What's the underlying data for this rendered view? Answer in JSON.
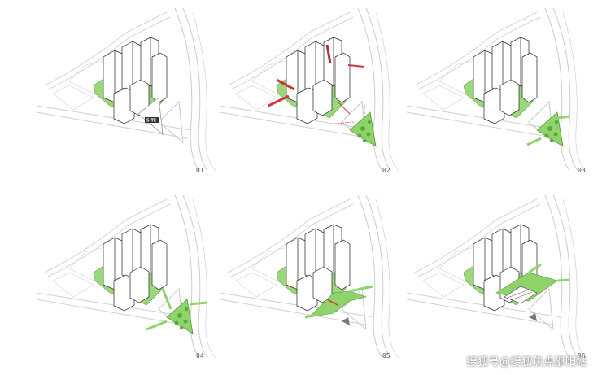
{
  "diagram": {
    "steps": [
      {
        "label": "01"
      },
      {
        "label": "02"
      },
      {
        "label": "03"
      },
      {
        "label": "04"
      },
      {
        "label": "05"
      },
      {
        "label": "06"
      }
    ],
    "site_tag": "SITE",
    "watermark": "搜狐号@搜狐焦点邵阳站",
    "colors": {
      "green": "#8fd46a",
      "green_dark": "#4e9a35",
      "red": "#d0353f",
      "road": "#cfcfcf",
      "building_line": "#222222"
    }
  }
}
